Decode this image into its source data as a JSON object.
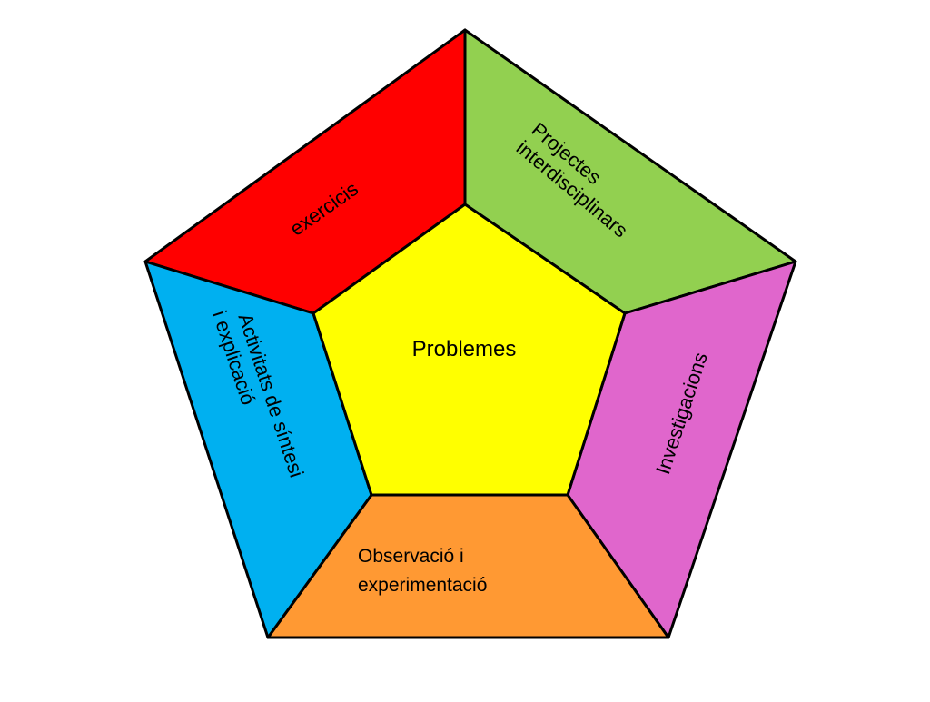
{
  "diagram": {
    "center": {
      "label": "Problemes",
      "color": "#ffff00"
    },
    "segments": [
      {
        "id": "exercicis",
        "lines": [
          "exercicis"
        ],
        "color": "#ff0000"
      },
      {
        "id": "projectes",
        "lines": [
          "Projectes",
          "interdisciplinars"
        ],
        "color": "#92d050"
      },
      {
        "id": "investigacions",
        "lines": [
          "Investigacions"
        ],
        "color": "#e066cc"
      },
      {
        "id": "observacio",
        "lines": [
          "Observació i",
          "experimentació"
        ],
        "color": "#ff9933"
      },
      {
        "id": "activitats",
        "lines": [
          "Activitats de síntesi",
          "i  explicació"
        ],
        "color": "#00b0f0"
      }
    ]
  }
}
